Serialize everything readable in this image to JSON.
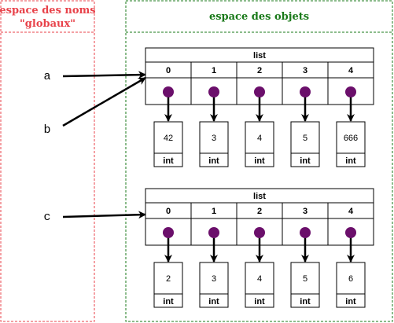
{
  "frames": {
    "globals": {
      "title_line1": "espace des noms",
      "title_line2": "\"globaux\"",
      "color": "#e8424a"
    },
    "objects": {
      "title": "espace des objets",
      "color": "#1a7a1a"
    }
  },
  "variables": [
    {
      "name": "a",
      "target": "list1"
    },
    {
      "name": "b",
      "target": "list1"
    },
    {
      "name": "c",
      "target": "list2"
    }
  ],
  "lists": [
    {
      "id": "list1",
      "title": "list",
      "indices": [
        "0",
        "1",
        "2",
        "3",
        "4"
      ],
      "values": [
        "42",
        "3",
        "4",
        "5",
        "666"
      ],
      "types": [
        "int",
        "int",
        "int",
        "int",
        "int"
      ]
    },
    {
      "id": "list2",
      "title": "list",
      "indices": [
        "0",
        "1",
        "2",
        "3",
        "4"
      ],
      "values": [
        "2",
        "3",
        "4",
        "5",
        "6"
      ],
      "types": [
        "int",
        "int",
        "int",
        "int",
        "int"
      ]
    }
  ],
  "colors": {
    "reference_dot": "#6b0f6b",
    "line": "#000000"
  }
}
